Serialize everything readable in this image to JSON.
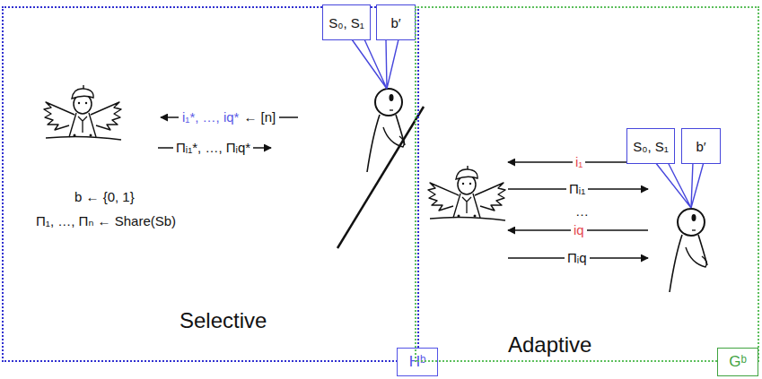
{
  "diagram": {
    "nodes": [
      {
        "text": [
          "Hᵇ"
        ]
      },
      {
        "text": [
          "Gᵇ"
        ]
      },
      {
        "text": [
          "S₀, S₁"
        ],
        "in": 0
      },
      {
        "text": [
          "b′"
        ],
        "in": 0
      },
      {
        "text": [
          "S₀, S₁"
        ],
        "in": 1
      },
      {
        "text": [
          "b′"
        ],
        "in": 1
      }
    ],
    "labels": [
      "i₁*, …, iq*",
      "← [n]",
      "Πᵢ₁*, …, Πᵢq*",
      "b ← {0, 1}",
      "Π₁, …, Πₙ ← Share(Sb)",
      "Selective",
      "i₁",
      "Πᵢ₁",
      "…",
      "iq",
      "Πᵢq",
      "Adaptive"
    ]
  }
}
